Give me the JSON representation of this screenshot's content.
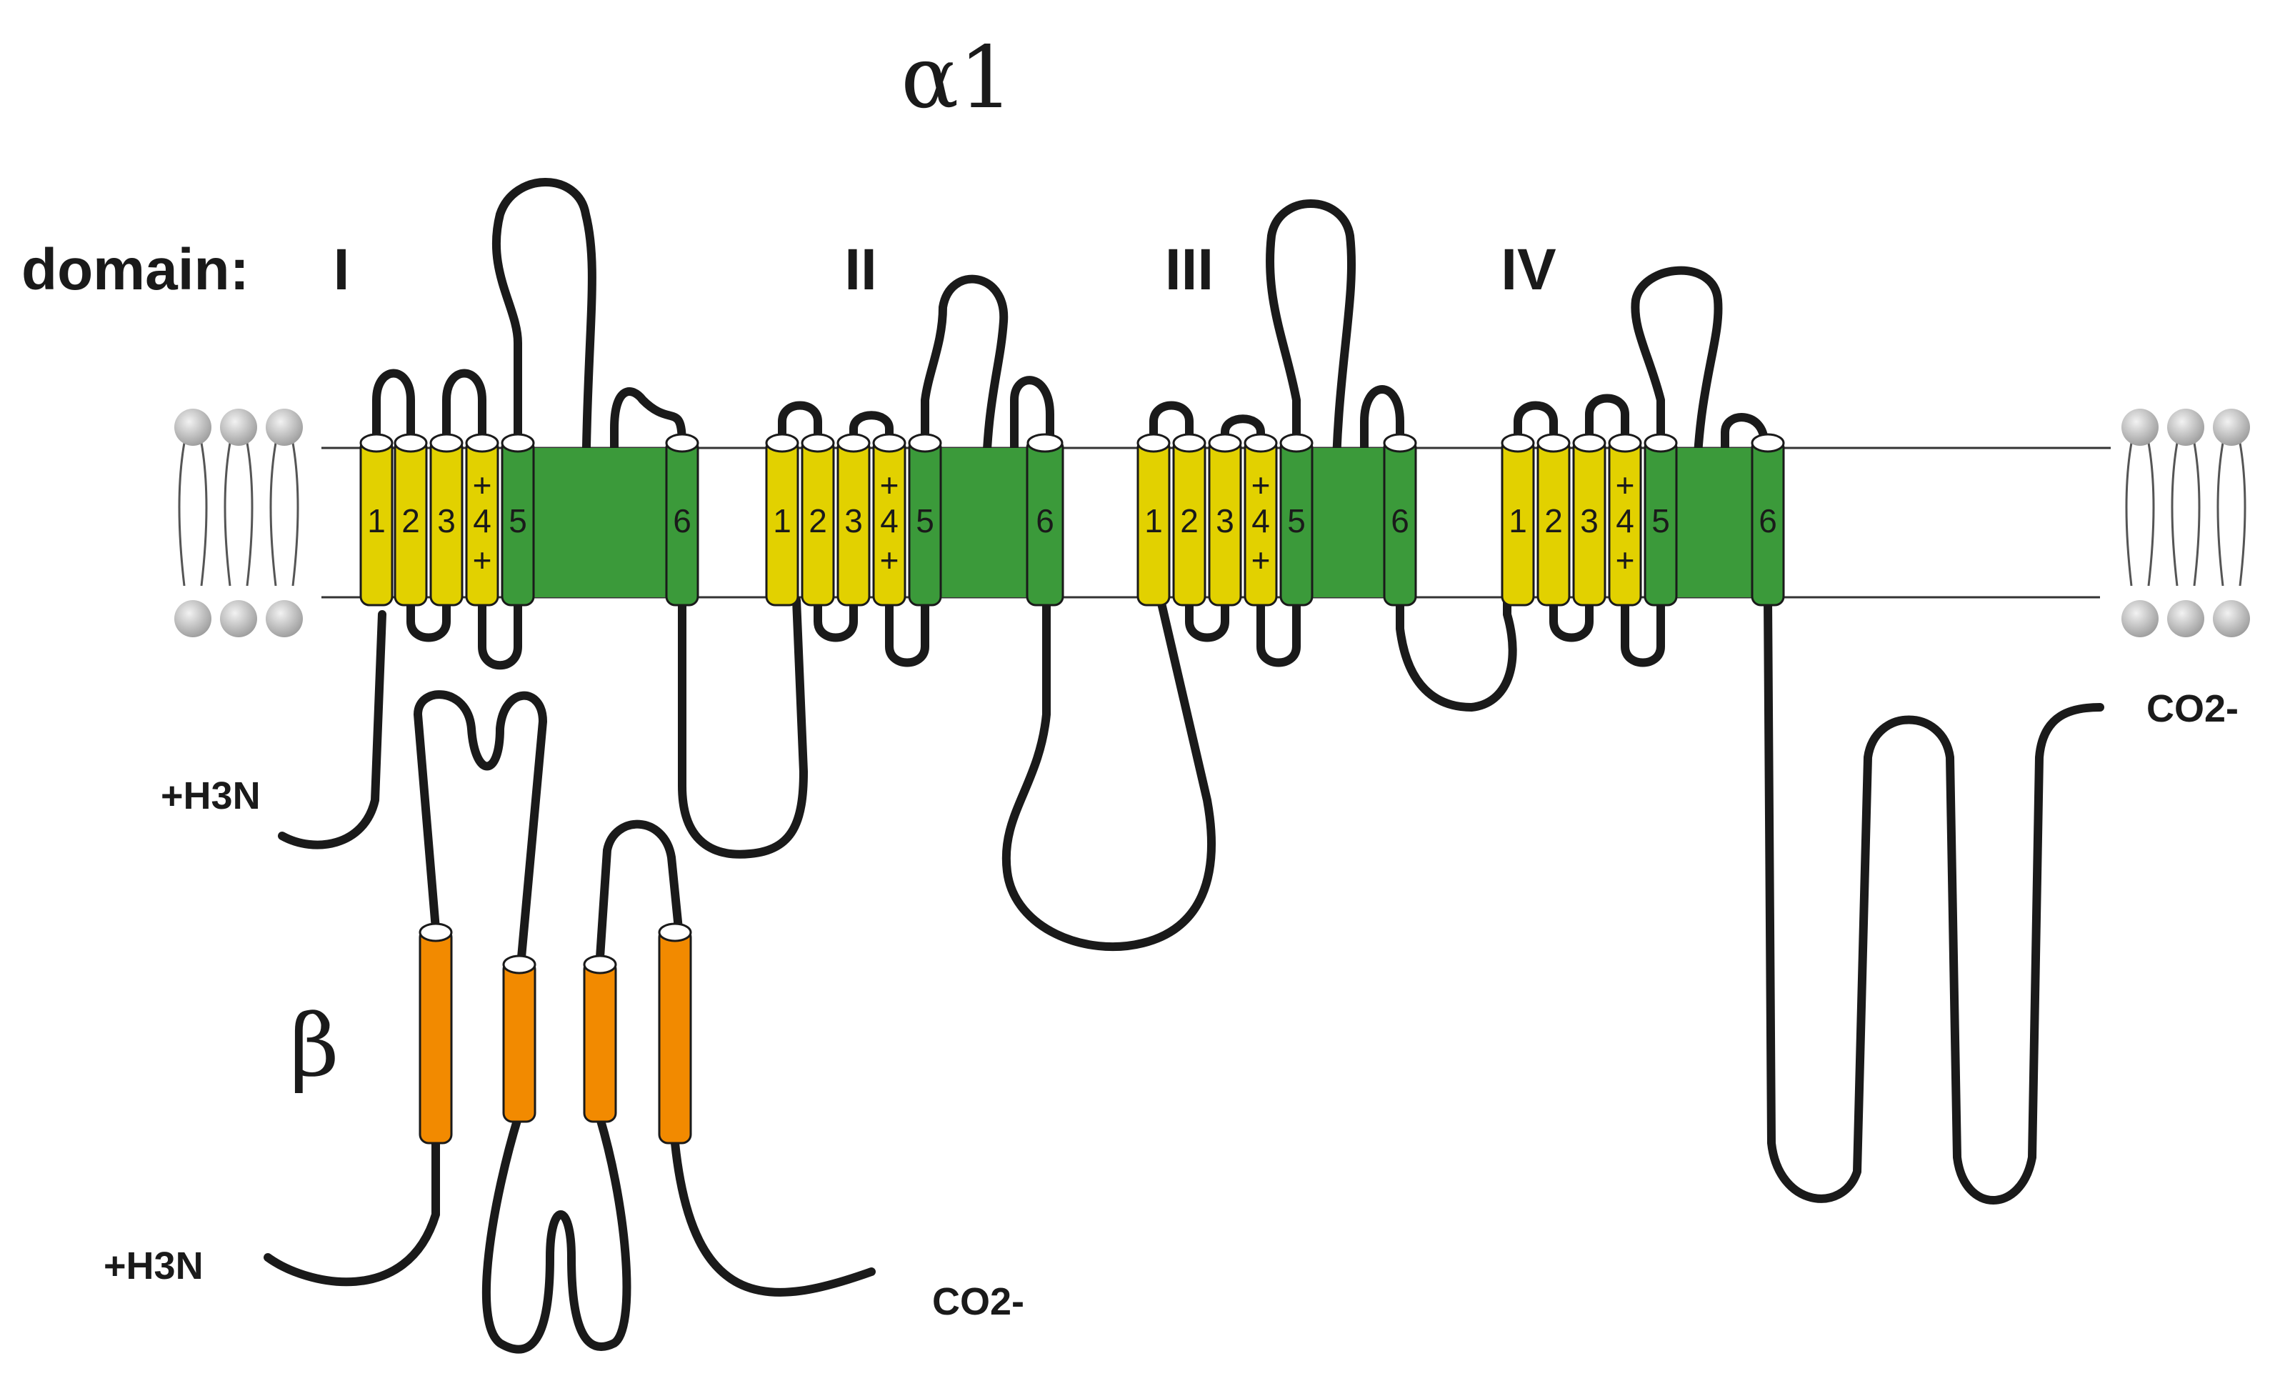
{
  "title": "α1",
  "domain_label": "domain:",
  "domains": [
    "I",
    "II",
    "III",
    "IV"
  ],
  "segment_labels": [
    "1",
    "2",
    "3",
    "4",
    "5",
    "6"
  ],
  "charge_symbol": "+",
  "alpha_terminus_n": "+H3N",
  "alpha_terminus_c": "CO2-",
  "beta_label": "β",
  "beta_terminus_n": "+H3N",
  "beta_terminus_c": "CO2-",
  "colors": {
    "voltage_sensor": "#e2d100",
    "pore": "#3b9a3a",
    "beta_segment": "#f28a00",
    "chain": "#1a1a1a",
    "lipid_head": "#c8c8c8"
  }
}
